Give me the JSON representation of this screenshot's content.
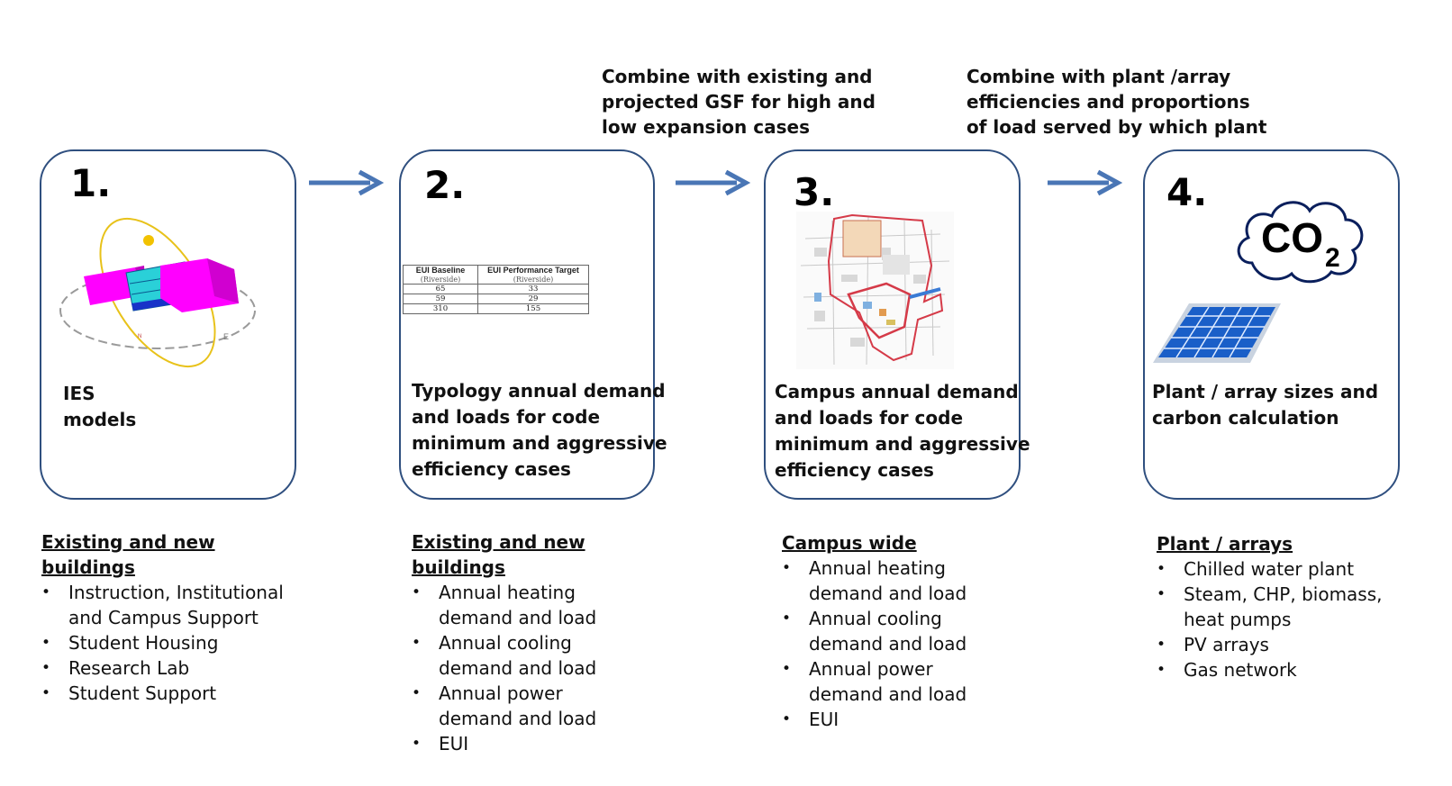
{
  "notes": {
    "combine_gsf": [
      "Combine with existing and",
      "projected GSF for high and",
      "low expansion cases"
    ],
    "combine_plant": [
      "Combine with plant /array",
      "efficiencies and proportions",
      "of load served by which plant"
    ]
  },
  "steps": [
    {
      "number": "1.",
      "text": [
        "IES",
        "models"
      ]
    },
    {
      "number": "2.",
      "text": [
        "Typology annual demand",
        "and loads for code",
        "minimum and aggressive",
        "efficiency cases"
      ]
    },
    {
      "number": "3.",
      "text": [
        "Campus annual demand",
        "and loads for code",
        "minimum and aggressive",
        "efficiency cases"
      ]
    },
    {
      "number": "4.",
      "text": [
        "Plant / array sizes and",
        "carbon calculation"
      ]
    }
  ],
  "eui_table": {
    "headers": [
      {
        "title": "EUI Baseline",
        "sub": "(Riverside)"
      },
      {
        "title": "EUI Performance Target",
        "sub": "(Riverside)"
      }
    ],
    "rows": [
      [
        "65",
        "33"
      ],
      [
        "59",
        "29"
      ],
      [
        "310",
        "155"
      ]
    ]
  },
  "co2": {
    "label": "CO",
    "subscript": "2"
  },
  "columns": [
    {
      "heading": [
        "Existing and new buildings"
      ],
      "items": [
        [
          "Instruction, Institutional",
          "and Campus Support"
        ],
        [
          "Student Housing"
        ],
        [
          "Research Lab"
        ],
        [
          "Student Support"
        ]
      ]
    },
    {
      "heading": [
        "Existing and new",
        "buildings"
      ],
      "items": [
        [
          "Annual heating",
          "demand and load"
        ],
        [
          "Annual cooling",
          "demand and load"
        ],
        [
          "Annual power",
          "demand and load"
        ],
        [
          "EUI"
        ]
      ]
    },
    {
      "heading": [
        "Campus wide"
      ],
      "items": [
        [
          "Annual heating",
          "demand and load"
        ],
        [
          "Annual cooling",
          "demand and load"
        ],
        [
          "Annual power",
          "demand and load"
        ],
        [
          "EUI"
        ]
      ]
    },
    {
      "heading": [
        "Plant / arrays"
      ],
      "items": [
        [
          "Chilled water plant"
        ],
        [
          "Steam, CHP, biomass,",
          "heat pumps"
        ],
        [
          "PV arrays"
        ],
        [
          "Gas network"
        ]
      ]
    }
  ],
  "colors": {
    "box_border": "#2f4f7f",
    "arrow": "#4a76b5"
  }
}
